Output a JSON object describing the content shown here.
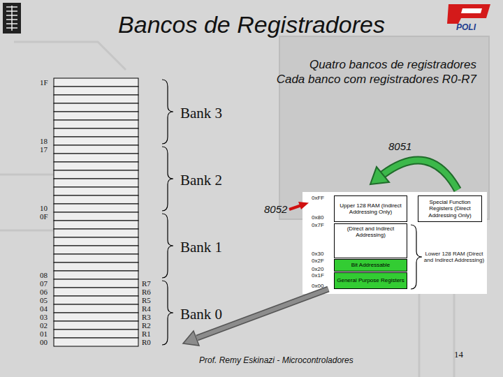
{
  "diagram": {
    "title": "Bancos de Registradores",
    "nodes": [
      {
        "text": [
          "Upper 128 RAM (Indirect Addressing Only)"
        ]
      },
      {
        "text": [
          "Special Function Registers (Direct Addressing Only)"
        ]
      },
      {
        "text": [
          "(Direct and Indirect Addressing)"
        ]
      },
      {
        "text": [
          "Bit Addressable"
        ]
      },
      {
        "text": [
          "General Purpose Registers"
        ]
      }
    ],
    "labels": [
      "Quatro bancos de registradores",
      "Cada banco com registradores R0-R7",
      "1F",
      "18",
      "17",
      "10",
      "0F",
      "08",
      "07",
      "06",
      "05",
      "04",
      "03",
      "02",
      "01",
      "00",
      "R7",
      "R6",
      "R5",
      "R4",
      "R3",
      "R2",
      "R1",
      "R0",
      "Bank 3",
      "Bank 2",
      "Bank 1",
      "Bank 0",
      "8051",
      "8052",
      "0xFF",
      "0x80",
      "0x7F",
      "0x30",
      "0x2F",
      "0x20",
      "0x1F",
      "0x00",
      "Lower 128 RAM (Direct and Indirect Addressing)",
      "POLI",
      "Prof. Remy Eskinazi - Microcontroladores",
      "14"
    ]
  }
}
